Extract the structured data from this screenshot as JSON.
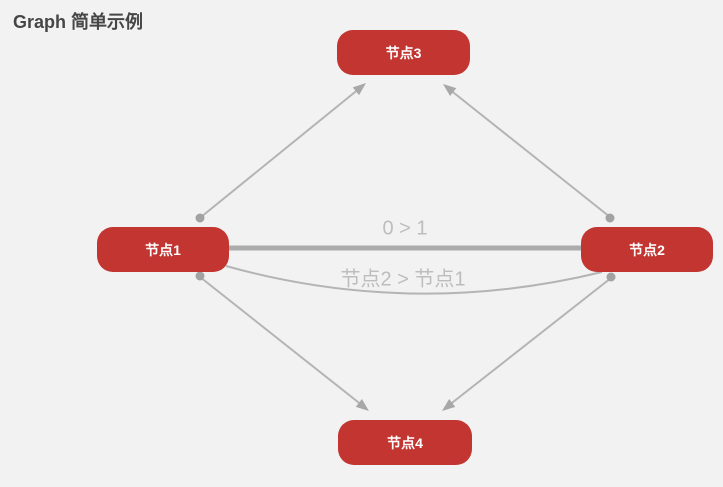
{
  "title": "Graph 简单示例",
  "colors": {
    "background": "#f2f2f2",
    "title_text": "#464646",
    "node_fill": "#c23531",
    "node_label": "#ffffff",
    "edge_line": "#adadad",
    "edge_label": "#bdbdbd"
  },
  "graph": {
    "nodes": [
      {
        "id": "node1",
        "label": "节点1"
      },
      {
        "id": "node2",
        "label": "节点2"
      },
      {
        "id": "node3",
        "label": "节点3"
      },
      {
        "id": "node4",
        "label": "节点4"
      }
    ],
    "edges": [
      {
        "source": "节点1",
        "target": "节点2",
        "label": "0 > 1",
        "style": "thick-straight"
      },
      {
        "source": "节点2",
        "target": "节点1",
        "label": "节点2 > 节点1",
        "style": "curved"
      },
      {
        "source": "节点1",
        "target": "节点3",
        "label": "",
        "style": "arrow"
      },
      {
        "source": "节点2",
        "target": "节点3",
        "label": "",
        "style": "arrow"
      },
      {
        "source": "节点1",
        "target": "节点4",
        "label": "",
        "style": "arrow"
      },
      {
        "source": "节点2",
        "target": "节点4",
        "label": "",
        "style": "arrow"
      }
    ]
  }
}
